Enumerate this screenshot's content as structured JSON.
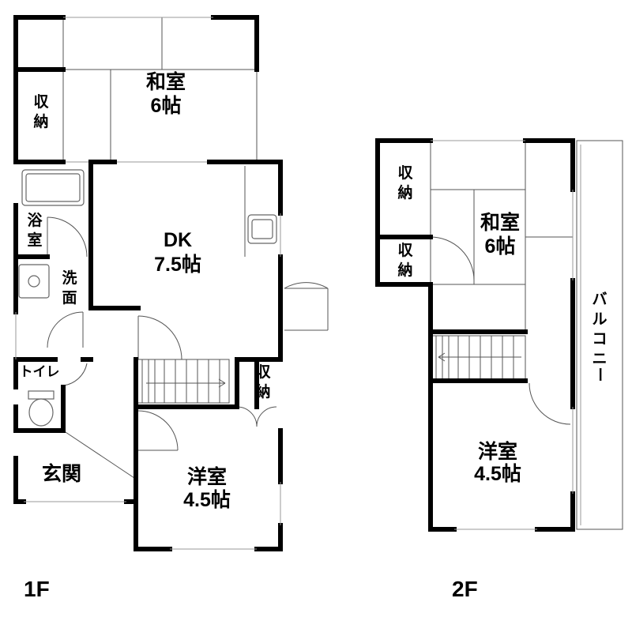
{
  "floors": [
    {
      "id": "1f",
      "label": "1F"
    },
    {
      "id": "2f",
      "label": "2F"
    }
  ],
  "rooms_1f": {
    "washitsu": {
      "name": "和室",
      "size": "6帖"
    },
    "closet_top": {
      "chars": [
        "収",
        "納"
      ]
    },
    "dk": {
      "name": "DK",
      "size": "7.5帖"
    },
    "bath": {
      "chars": [
        "浴",
        "室"
      ]
    },
    "wash": {
      "chars": [
        "洗",
        "面"
      ]
    },
    "toilet": {
      "name": "トイレ"
    },
    "closet_mid": {
      "chars": [
        "収",
        "納"
      ]
    },
    "entrance": {
      "name": "玄関"
    },
    "youshitsu": {
      "name": "洋室",
      "size": "4.5帖"
    }
  },
  "rooms_2f": {
    "closet_a": {
      "chars": [
        "収",
        "納"
      ]
    },
    "closet_b": {
      "chars": [
        "収",
        "納"
      ]
    },
    "washitsu": {
      "name": "和室",
      "size": "6帖"
    },
    "balcony": {
      "chars": [
        "バ",
        "ル",
        "コ",
        "ニ",
        "ー"
      ]
    },
    "youshitsu": {
      "name": "洋室",
      "size": "4.5帖"
    }
  }
}
